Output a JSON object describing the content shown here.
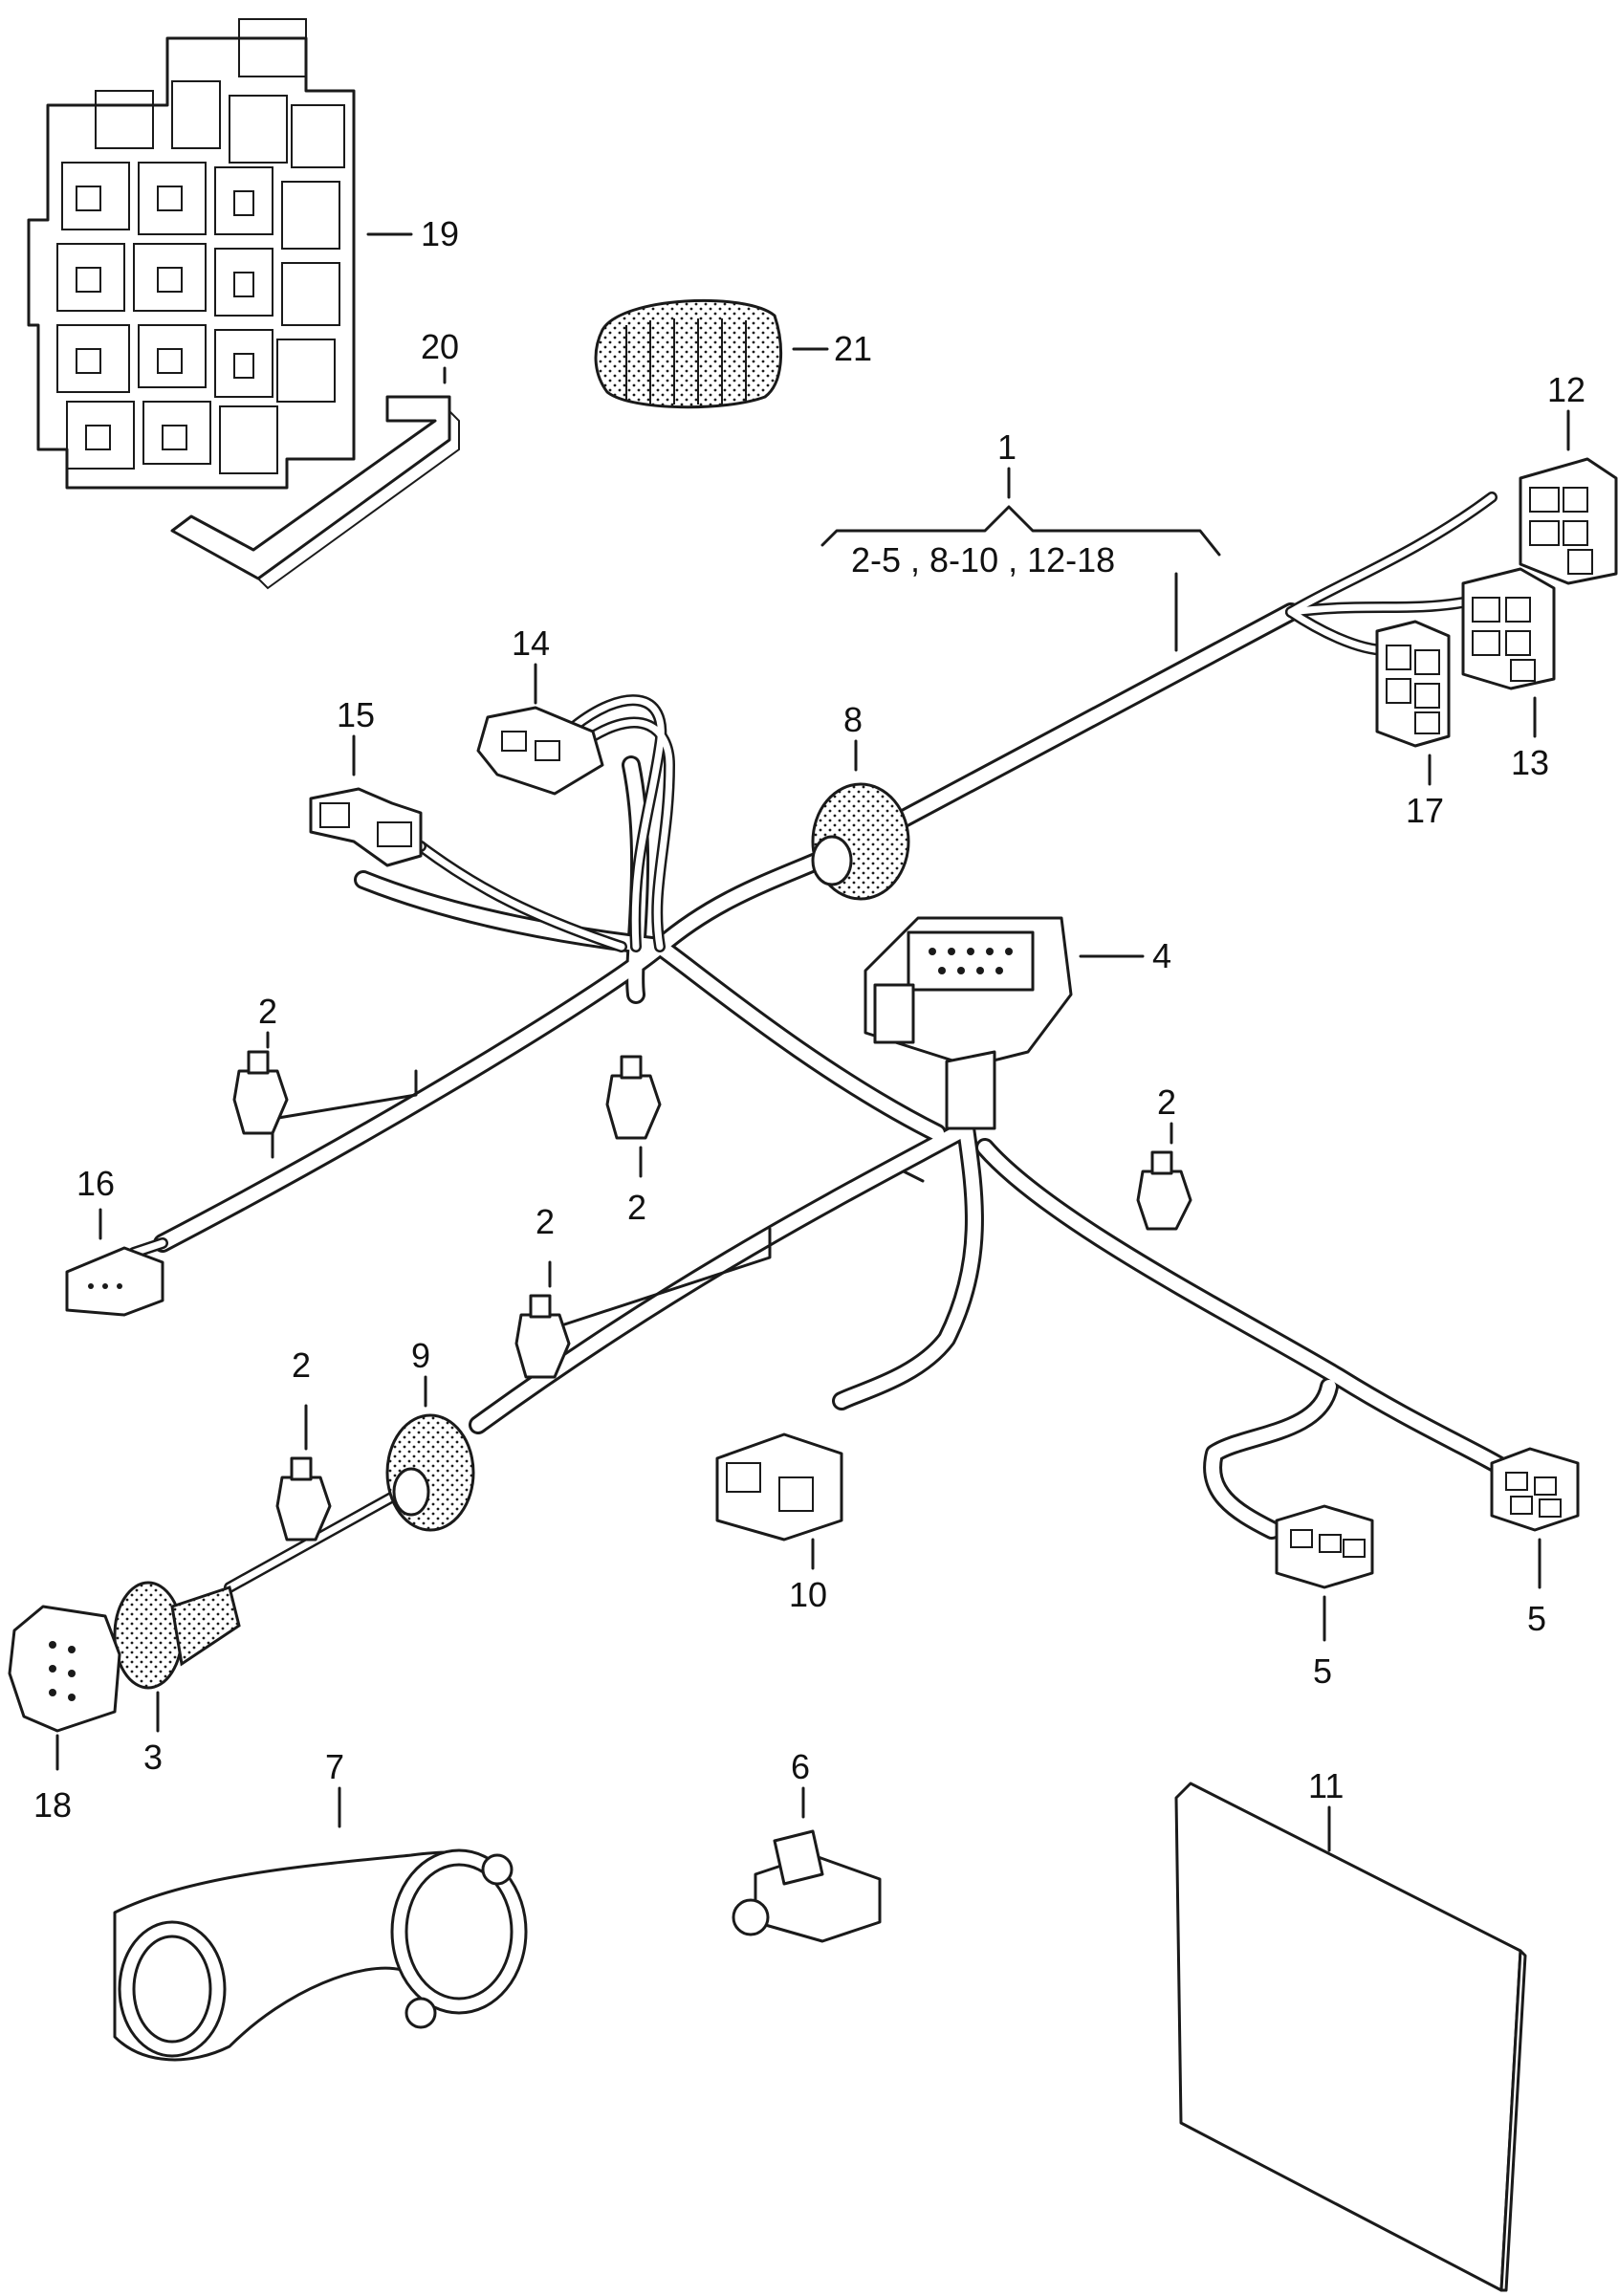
{
  "callouts": {
    "c1": "1",
    "c1_sub": "2-5 , 8-10 , 12-18",
    "c2a": "2",
    "c2b": "2",
    "c2c": "2",
    "c2d": "2",
    "c2e": "2",
    "c3": "3",
    "c4": "4",
    "c5a": "5",
    "c5b": "5",
    "c6": "6",
    "c7": "7",
    "c8": "8",
    "c9": "9",
    "c10": "10",
    "c11": "11",
    "c12": "12",
    "c13": "13",
    "c14": "14",
    "c15": "15",
    "c16": "16",
    "c17": "17",
    "c18": "18",
    "c19": "19",
    "c20": "20",
    "c21": "21"
  },
  "colors": {
    "line": "#1a1a1a",
    "background": "#ffffff"
  }
}
